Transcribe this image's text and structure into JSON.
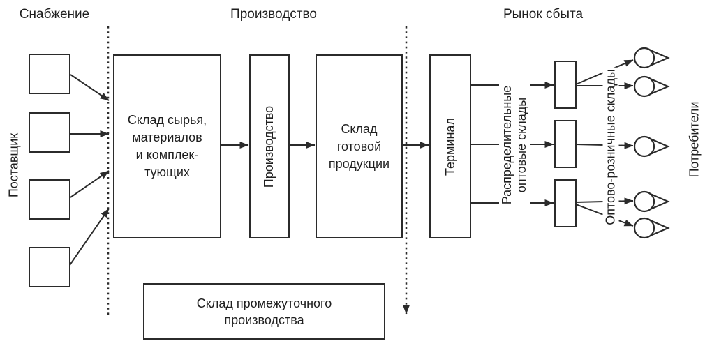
{
  "diagram": {
    "sections": {
      "supply": "Снабжение",
      "production": "Производство",
      "market": "Рынок сбыта"
    },
    "nodes": {
      "supplier_label": "Поставщик",
      "raw_materials_warehouse": "Склад сырья,\nматериалов\nи комплек-\nтующих",
      "production_box": "Производство",
      "finished_goods_warehouse": "Склад\nготовой\nпродукции",
      "terminal": "Терминал",
      "intermediate_warehouse": "Склад промежуточного\nпроизводства",
      "distribution_wholesale_warehouses": "Распределительные\nоптовые склады",
      "wholesale_retail_warehouses": "Оптово-розничные склады",
      "consumers_label": "Потребители"
    },
    "counts": {
      "supplier_squares": 4,
      "distribution_rectangles": 3,
      "consumer_icons": 5
    },
    "colors": {
      "line": "#2b2b2b",
      "text": "#1f1f1f",
      "background": "#ffffff"
    }
  }
}
